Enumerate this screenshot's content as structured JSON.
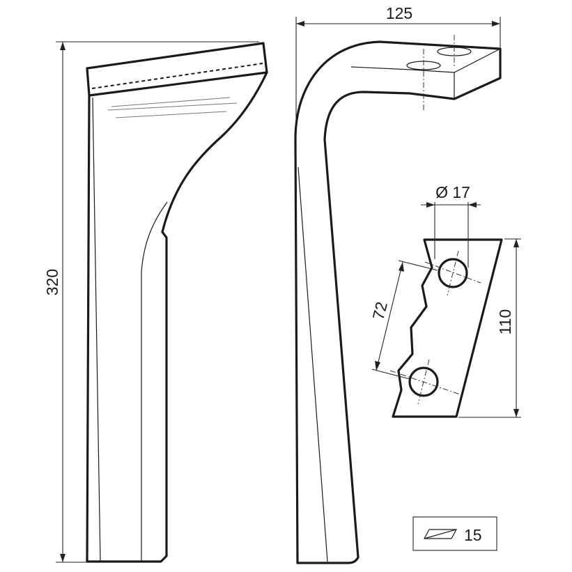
{
  "dimensions": {
    "height_overall": "320",
    "width_overall": "125",
    "hole_diameter": "Ø 17",
    "hole_spacing": "72",
    "flange_height": "110",
    "thickness": "15"
  },
  "icons": {
    "thickness_symbol": "thickness-parallelogram-icon"
  }
}
